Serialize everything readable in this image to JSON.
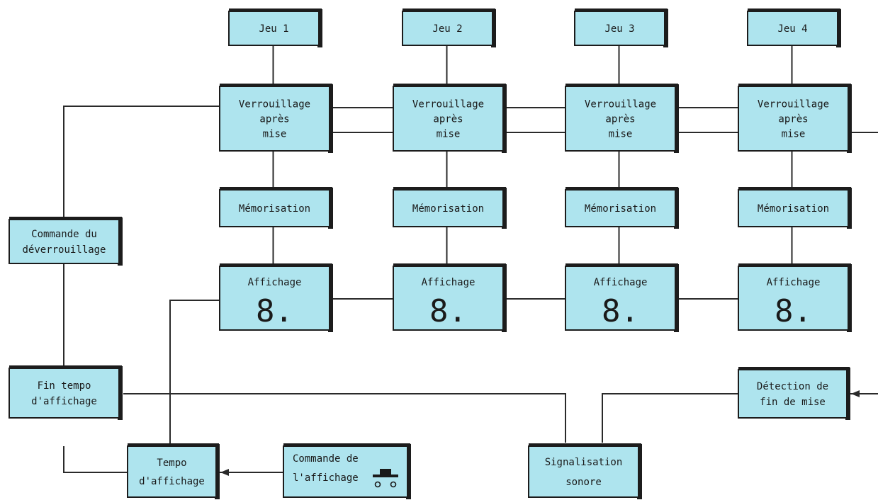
{
  "channels": [
    {
      "jeu": "Jeu 1",
      "lock": [
        "Verrouillage",
        "après",
        "mise"
      ],
      "mem": "Mémorisation",
      "display_label": "Affichage",
      "digit": "8."
    },
    {
      "jeu": "Jeu 2",
      "lock": [
        "Verrouillage",
        "après",
        "mise"
      ],
      "mem": "Mémorisation",
      "display_label": "Affichage",
      "digit": "8."
    },
    {
      "jeu": "Jeu 3",
      "lock": [
        "Verrouillage",
        "après",
        "mise"
      ],
      "mem": "Mémorisation",
      "display_label": "Affichage",
      "digit": "8."
    },
    {
      "jeu": "Jeu 4",
      "lock": [
        "Verrouillage",
        "après",
        "mise"
      ],
      "mem": "Mémorisation",
      "display_label": "Affichage",
      "digit": "8."
    }
  ],
  "side_blocks": {
    "unlock_cmd": [
      "Commande du",
      "déverrouillage"
    ],
    "fin_tempo": [
      "Fin tempo",
      "d'affichage"
    ],
    "tempo": [
      "Tempo",
      "d'affichage"
    ],
    "display_cmd": [
      "Commande de",
      "l'affichage"
    ],
    "signal": [
      "Signalisation",
      "sonore"
    ],
    "detect": [
      "Détection de",
      "fin de mise"
    ]
  },
  "colors": {
    "box_fill": "#aee4ee",
    "outline": "#1c1c1c",
    "wire": "#2a2a2a"
  }
}
